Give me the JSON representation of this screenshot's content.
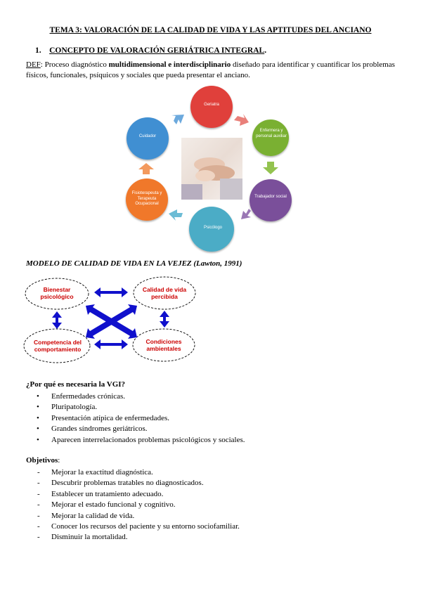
{
  "title": "TEMA 3: VALORACIÓN DE LA CALIDAD DE VIDA Y LAS APTITUDES DEL ANCIANO",
  "section": {
    "number": "1.",
    "title": "CONCEPTO DE VALORACIÓN GERIÁTRICA INTEGRAL",
    "period": "."
  },
  "definition": {
    "label": "DEF",
    "intro": ": Proceso diagnóstico ",
    "bold": "multidimensional e interdisciplinario",
    "rest": " diseñado para identificar y cuantificar los problemas físicos, funcionales, psíquicos y sociales que pueda presentar el anciano."
  },
  "cycle": {
    "nodes": [
      {
        "label": "Geriatra",
        "color": "#e0403a"
      },
      {
        "label": "Enfermera y personal auxiliar",
        "color": "#7ab030"
      },
      {
        "label": "Trabajador social",
        "color": "#7a4f9a"
      },
      {
        "label": "Psicólogo",
        "color": "#4bacc6"
      },
      {
        "label": "Fisioterapeuta y Terapeuta Ocupacional",
        "color": "#f0782a"
      },
      {
        "label": "Cuidador",
        "color": "#3f8fd2"
      }
    ]
  },
  "model": {
    "title": "MODELO DE CALIDAD DE VIDA EN LA VEJEZ",
    "citation": " (Lawton, 1991)",
    "boxes": {
      "top_left": "Bienestar psicológico",
      "top_right": "Calidad de vida percibida",
      "bottom_left": "Competencia del comportamiento",
      "bottom_right": "Condiciones ambientales"
    },
    "arrow_color": "#1010cc",
    "label_color": "#cc0000"
  },
  "why": {
    "title": "¿Por qué es necesaria la VGI?",
    "items": [
      "Enfermedades crónicas.",
      "Pluripatología.",
      "Presentación atípica de enfermedades.",
      "Grandes síndromes geriátricos.",
      "Aparecen interrelacionados problemas psicológicos y sociales."
    ]
  },
  "objectives": {
    "title": "Objetivos",
    "colon": ":",
    "items": [
      "Mejorar la exactitud diagnóstica.",
      "Descubrir problemas tratables no diagnosticados.",
      "Establecer un tratamiento adecuado.",
      "Mejorar el estado funcional y cognitivo.",
      "Mejorar la calidad de vida.",
      "Conocer los recursos del paciente y su entorno sociofamiliar.",
      "Disminuir la mortalidad."
    ]
  }
}
